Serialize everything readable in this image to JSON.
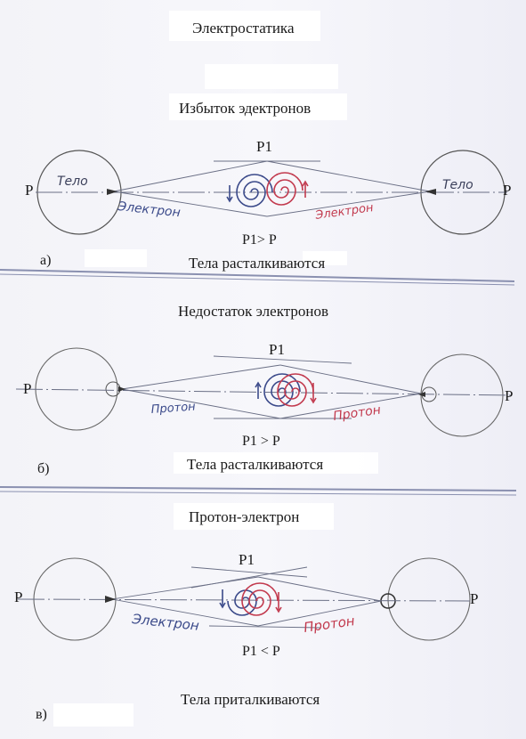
{
  "title": "Электростатика",
  "sections": [
    {
      "heading": "Избыток эдектронов",
      "p1_label": "P1",
      "relation": "P1> P",
      "left_p": "P",
      "right_p": "P",
      "left_body": "Тело",
      "right_body": "Тело",
      "left_particle": "Электрон",
      "right_particle": "Электрон",
      "letter": "а)",
      "caption": "Тела расталкиваются"
    },
    {
      "heading": "Недостаток электронов",
      "p1_label": "P1",
      "relation": "P1 > P",
      "left_p": "P",
      "right_p": "P",
      "left_particle": "Протон",
      "right_particle": "Протон",
      "letter": "б)",
      "caption": "Тела расталкиваются"
    },
    {
      "heading": "Протон-электрон",
      "p1_label": "P1",
      "relation": "P1 < P",
      "left_p": "P",
      "right_p": "P",
      "left_particle": "Электрон",
      "right_particle": "Протон",
      "letter": "в)",
      "caption": "Тела приталкиваются"
    }
  ],
  "colors": {
    "electron_ink": "#3b4a8a",
    "proton_ink": "#c23a4e",
    "line_ink": "#6a6f85",
    "divider": "#8a90b0"
  }
}
